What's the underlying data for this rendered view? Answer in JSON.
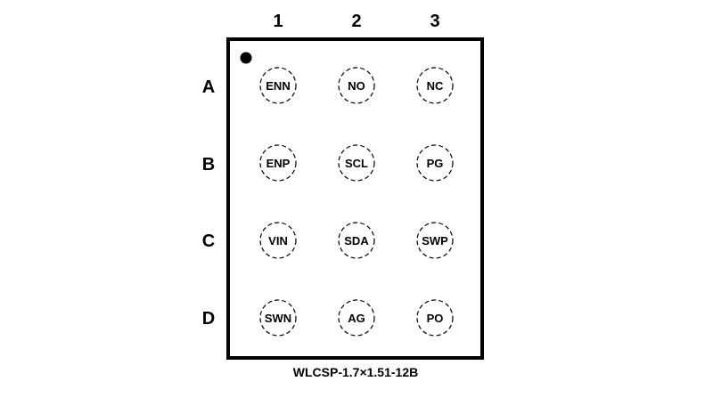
{
  "columns": [
    "1",
    "2",
    "3"
  ],
  "rows": [
    {
      "label": "A",
      "pins": [
        "ENN",
        "NO",
        "NC"
      ]
    },
    {
      "label": "B",
      "pins": [
        "ENP",
        "SCL",
        "PG"
      ]
    },
    {
      "label": "C",
      "pins": [
        "VIN",
        "SDA",
        "SWP"
      ]
    },
    {
      "label": "D",
      "pins": [
        "SWN",
        "AG",
        "PO"
      ]
    }
  ],
  "package_name": "WLCSP-1.7×1.51-12B",
  "colors": {
    "outline": "#000000",
    "background": "#ffffff",
    "text": "#000000"
  }
}
